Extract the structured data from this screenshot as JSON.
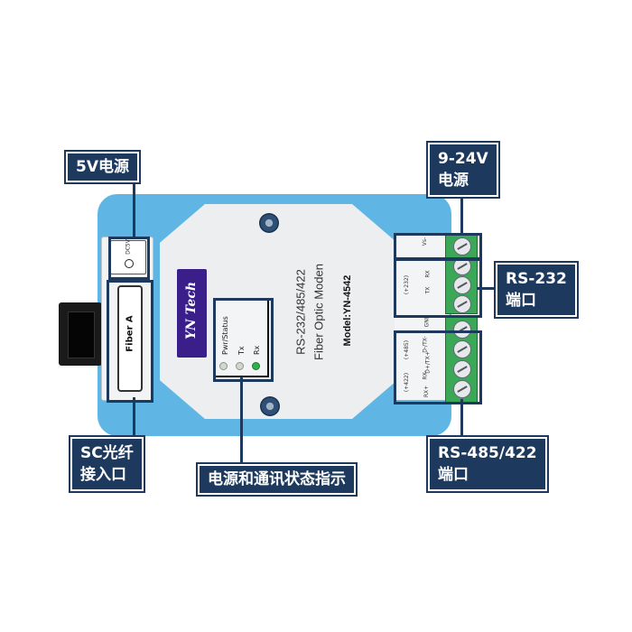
{
  "callouts": {
    "power_5v": "5V电源",
    "power_9_24v_line1": "9-24V",
    "power_9_24v_line2": "电源",
    "rs232_line1": "RS-232",
    "rs232_line2": "端口",
    "sc_fiber_line1": "SC光纤",
    "sc_fiber_line2": "接入口",
    "status_indicator": "电源和通讯状态指示",
    "rs485_line1": "RS-485/422",
    "rs485_line2": "端口"
  },
  "device": {
    "brand": "YN Tech",
    "title_line1": "RS-232/485/422",
    "title_line2": "Fiber Optic Moden",
    "model": "Model:YN-4542",
    "fiber_port_label": "Fiber A",
    "dc_label": "DC5V",
    "led_labels": [
      "Pwr/Status",
      "Tx",
      "Rx"
    ],
    "terminal_labels": [
      "Vs-",
      "RX",
      "TX",
      "GND",
      "D-/TX-",
      "D+/TX+",
      "RX-",
      "RX+"
    ],
    "terminal_group_labels": [
      "(+232)",
      "(+485)",
      "(+422)"
    ]
  },
  "colors": {
    "callout_bg": "#1d3a5e",
    "enclosure": "#5fb6e4",
    "terminal": "#3aa857",
    "brand_bg": "#3a1e8a",
    "led_on": "#2fb04a"
  },
  "icons": [
    "dc-power-polarity-icon",
    "screw-icon",
    "led-indicator-icon",
    "terminal-screw-icon"
  ]
}
